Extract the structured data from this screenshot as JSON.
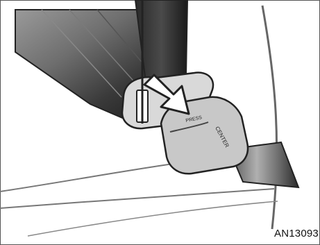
{
  "figure": {
    "buckle_press_text": "PRESS",
    "buckle_center_text": "CENTER",
    "figure_code": "AN13093"
  },
  "colors": {
    "line": "#222222",
    "border": "#555555",
    "belt_dark": "#1f1f1f",
    "belt_mid": "#5a5a5a",
    "belt_light": "#9a9a9a",
    "buckle_fill": "#c8c8c8",
    "arrow_fill": "#ffffff"
  }
}
